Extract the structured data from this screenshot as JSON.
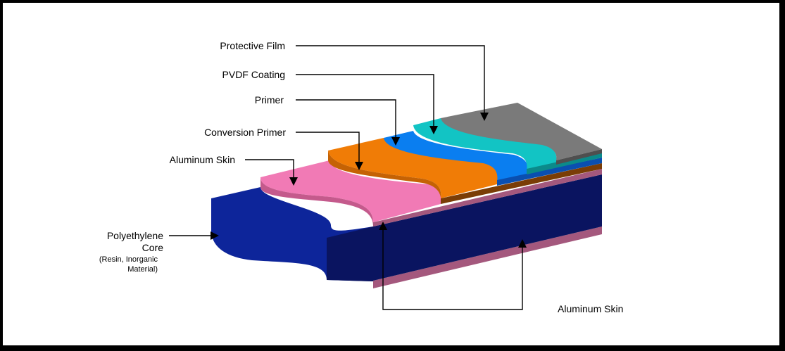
{
  "labels": {
    "protective_film": "Protective Film",
    "pvdf_coating": "PVDF Coating",
    "primer": "Primer",
    "conversion_primer": "Conversion Primer",
    "aluminum_skin_top": "Aluminum Skin",
    "core_line1": "Polyethylene",
    "core_line2": "Core",
    "core_note_line1": "(Resin, Inorganic",
    "core_note_line2": "Material)",
    "aluminum_skin_bottom": "Aluminum Skin"
  },
  "colors": {
    "protective_film": "#7a7a7a",
    "pvdf_coating": "#12c4c4",
    "primer": "#0a7ef0",
    "conversion_primer": "#f07c06",
    "aluminum_skin": "#f17ab5",
    "aluminum_skin_side": "#a4587d",
    "core_front": "#0a1460",
    "core_wave": "#0d259a",
    "border": "#000000"
  },
  "icons": [
    "arrow-down-icon",
    "arrow-up-icon",
    "arrow-right-icon"
  ]
}
